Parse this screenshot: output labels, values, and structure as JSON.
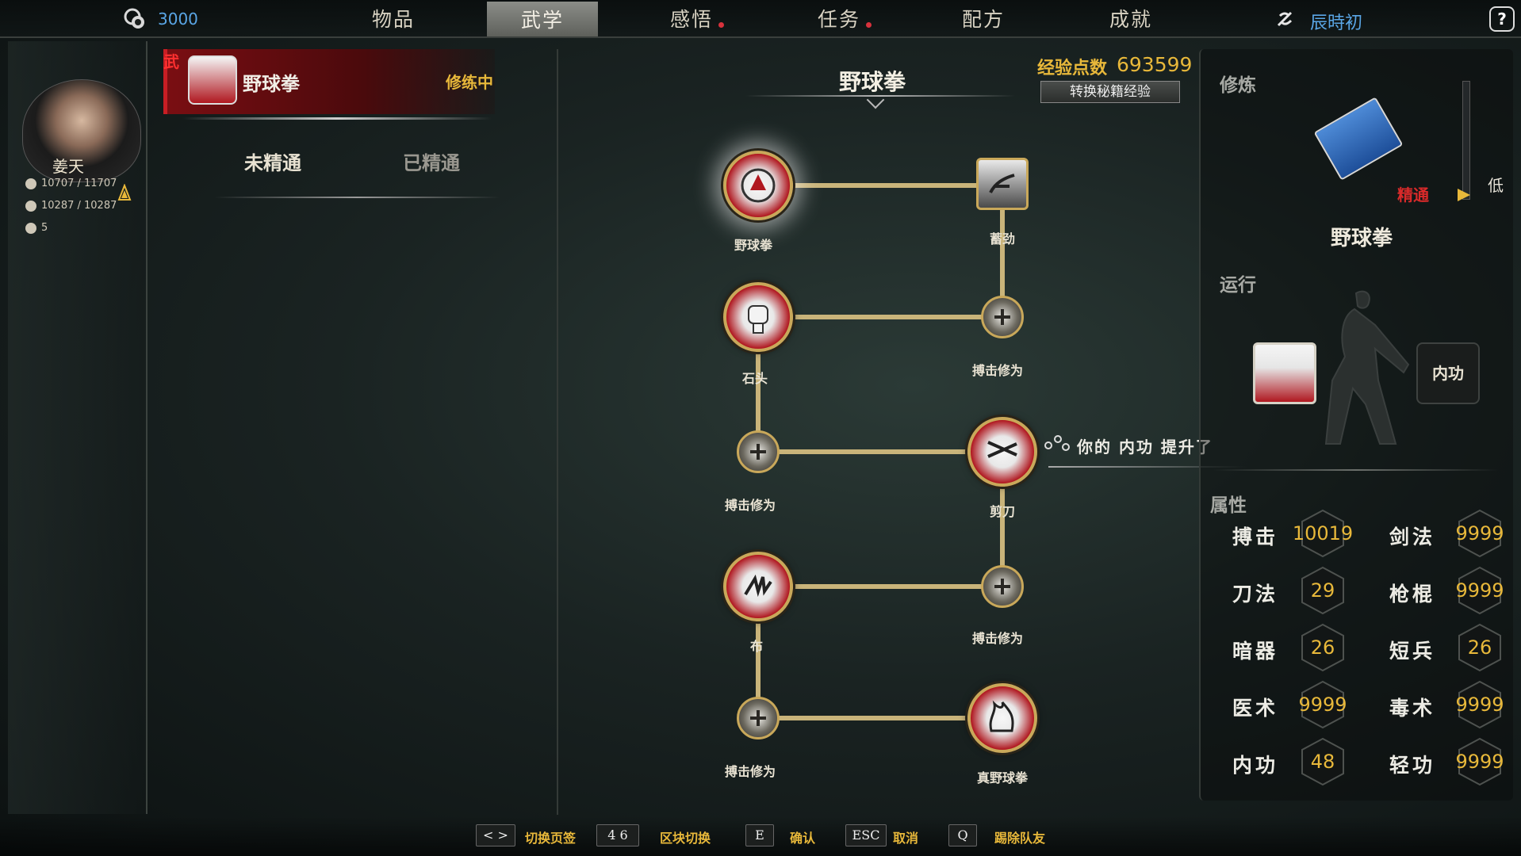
{
  "currency": "3000",
  "nav": {
    "tabs": [
      {
        "label": "物品",
        "active": false,
        "dot": false
      },
      {
        "label": "武学",
        "active": true,
        "dot": false
      },
      {
        "label": "感悟",
        "active": false,
        "dot": true
      },
      {
        "label": "任务",
        "active": false,
        "dot": true
      },
      {
        "label": "配方",
        "active": false,
        "dot": false
      },
      {
        "label": "成就",
        "active": false,
        "dot": false
      }
    ],
    "time": "辰時初",
    "help": "?"
  },
  "character": {
    "name": "姜天",
    "hp": "10707 / 11707",
    "mp": "10287 / 10287",
    "level": "5"
  },
  "skill_list": {
    "entry": {
      "badge": "武",
      "name": "野球拳",
      "status": "修练中"
    },
    "subtabs": [
      "未精通",
      "已精通"
    ]
  },
  "tree": {
    "title": "野球拳",
    "exp_label": "经验点数",
    "exp_value": "693599",
    "convert_button": "转换秘籍经验",
    "nodes": {
      "n1": "野球拳",
      "n2": "蓄劲",
      "n3": "石头",
      "n4": "搏击修为",
      "n5": "搏击修为",
      "n6": "剪刀",
      "n7": "布",
      "n8": "搏击修为",
      "n9": "搏击修为",
      "n10": "真野球拳"
    },
    "notification": "你的 内功 提升了"
  },
  "training": {
    "title": "修炼",
    "mastery": "精通",
    "level_hint": "低",
    "skill_name": "野球拳",
    "run_title": "运行",
    "neigong": "内功"
  },
  "attributes": {
    "title": "属性",
    "items": [
      {
        "name": "搏击",
        "value": "10019"
      },
      {
        "name": "剑法",
        "value": "9999"
      },
      {
        "name": "刀法",
        "value": "29"
      },
      {
        "name": "枪棍",
        "value": "9999"
      },
      {
        "name": "暗器",
        "value": "26"
      },
      {
        "name": "短兵",
        "value": "26"
      },
      {
        "name": "医术",
        "value": "9999"
      },
      {
        "name": "毒术",
        "value": "9999"
      },
      {
        "name": "内功",
        "value": "48"
      },
      {
        "name": "轻功",
        "value": "9999"
      }
    ]
  },
  "hints": [
    {
      "key": "< >",
      "label": "切换页签"
    },
    {
      "key": "4 6",
      "label": "区块切换"
    },
    {
      "key": "E",
      "label": "确认"
    },
    {
      "key": "ESC",
      "label": "取消"
    },
    {
      "key": "Q",
      "label": "踢除队友"
    }
  ],
  "colors": {
    "accent_gold": "#e8b83a",
    "accent_blue": "#5aa6e6",
    "danger_red": "#d92a2a"
  }
}
